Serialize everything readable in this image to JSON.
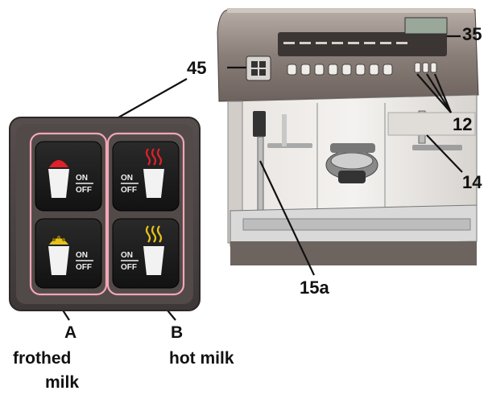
{
  "callouts": {
    "c45": "45",
    "c35": "35",
    "c12": "12",
    "c14": "14",
    "c15a": "15a",
    "a": "A",
    "b": "B"
  },
  "captions": {
    "a_line1": "frothed",
    "a_line2": "milk",
    "b_line1": "hot milk"
  },
  "buttons": {
    "on": "ON",
    "off": "OFF"
  },
  "icons": {
    "frothed_milk_top": "cup-red-foam-icon",
    "hot_milk_top": "cup-red-steam-icon",
    "frothed_milk_bottom": "cup-yellow-foam-icon",
    "hot_milk_bottom": "cup-yellow-steam-icon"
  },
  "colors": {
    "panel": "#4a4545",
    "button": "#1c1c1c",
    "highlight": "#f0a0b0",
    "red": "#e0202a",
    "yellow": "#e6c21a",
    "machine": "#8a7f7a"
  }
}
